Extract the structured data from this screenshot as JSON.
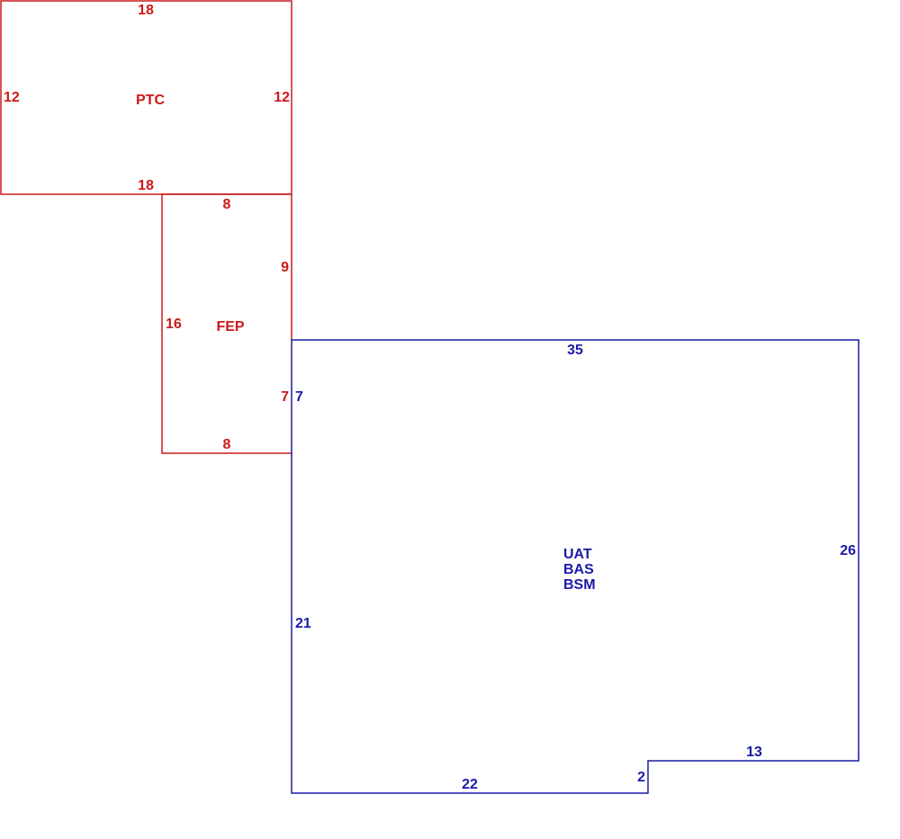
{
  "colors": {
    "red": "#cc1a1a",
    "blue": "#1a1aa8",
    "background": "#ffffff"
  },
  "areas": {
    "ptc": {
      "code": "PTC",
      "dims": {
        "top": "18",
        "bottom": "18",
        "left": "12",
        "right": "12"
      }
    },
    "fep": {
      "code": "FEP",
      "dims": {
        "top": "8",
        "bottom": "8",
        "left": "16",
        "right_upper": "9",
        "right_lower": "7"
      }
    },
    "main": {
      "codes": [
        "UAT",
        "BAS",
        "BSM"
      ],
      "dims": {
        "top": "35",
        "right": "26",
        "left_upper": "7",
        "left": "21",
        "bottom_left": "22",
        "step": "2",
        "bottom_right": "13"
      }
    }
  }
}
